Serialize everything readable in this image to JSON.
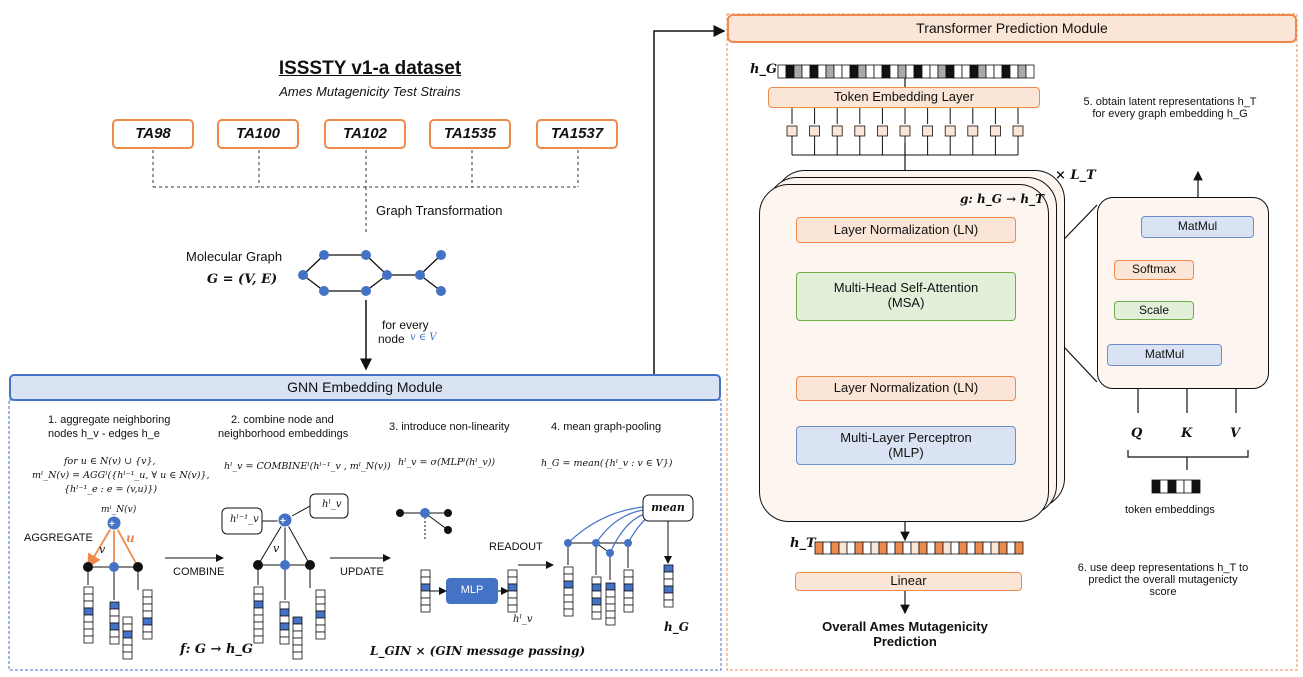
{
  "dataset": {
    "title": "ISSSTY v1-a dataset",
    "subtitle": "Ames Mutagenicity Test Strains",
    "strains": [
      "TA98",
      "TA100",
      "TA102",
      "TA1535",
      "TA1537"
    ]
  },
  "graph_transformation_label": "Graph Transformation",
  "molecular_graph": {
    "label": "Molecular Graph",
    "formula": "G = (V, E)"
  },
  "for_every_node": {
    "line1": "for every",
    "line2": "node",
    "expr": "v ∈ V"
  },
  "gnn": {
    "title": "GNN Embedding Module",
    "step1": {
      "line1": "1. aggregate neighboring",
      "line2": "nodes h_v - edges h_e",
      "eq1": "for u ∈ N(v) ∪ {v},",
      "eq2": "mˡ_N(v) = AGGˡ({hˡ⁻¹_u, ∀ u ∈ N(v)},",
      "eq3": "{hˡ⁻¹_e : e = (v,u)})"
    },
    "step2": {
      "line1": "2. combine node and",
      "line2": "neighborhood embeddings",
      "eq": "hˡ_v = COMBINEˡ(hˡ⁻¹_v , mˡ_N(v))"
    },
    "step3": {
      "line1": "3. introduce non-linearity",
      "eq": "hˡ_v = σ(MLPˡ(hˡ_v))"
    },
    "step4": {
      "line1": "4. mean graph-pooling",
      "eq": "h_G = mean({hˡ_v : v ∈ V})"
    },
    "labels": {
      "aggregate": "AGGREGATE",
      "combine": "COMBINE",
      "update": "UPDATE",
      "readout": "READOUT",
      "mlp": "MLP",
      "mean": "mean",
      "m_nv": "mˡ_N(v)",
      "v": "v",
      "u": "u",
      "h_prev": "hˡ⁻¹_v",
      "h_cur": "hˡ_v",
      "h_v_l": "hˡ_v",
      "h_g": "h_G"
    },
    "mapping": "f: G → h_G",
    "loop": "L_GIN × (GIN message passing)"
  },
  "transformer": {
    "title": "Transformer Prediction Module",
    "h_g": "h_G",
    "token_embedding_layer": "Token Embedding Layer",
    "repeat": "× L_T",
    "g_map": "g: h_G → h_T",
    "layer_norm_1": "Layer Normalization (LN)",
    "msa": {
      "line1": "Multi-Head Self-Attention",
      "line2": "(MSA)"
    },
    "layer_norm_2": "Layer Normalization (LN)",
    "mlp": {
      "line1": "Multi-Layer Perceptron",
      "line2": "(MLP)"
    },
    "h_t": "h_T",
    "linear": "Linear",
    "output": {
      "line1": "Overall Ames Mutagenicity",
      "line2": "Prediction"
    },
    "attention_detail": {
      "matmul_top": "MatMul",
      "softmax": "Softmax",
      "scale": "Scale",
      "matmul_bottom": "MatMul",
      "q": "Q",
      "k": "K",
      "v": "V",
      "token_embeddings": "token embeddings"
    },
    "note5": {
      "line1": "5. obtain latent representations h_T",
      "line2": "for every graph embedding h_G"
    },
    "note6": {
      "line1": "6. use deep representations h_T to",
      "line2": "predict the overall mutagenicty",
      "line3": "score"
    }
  },
  "colors": {
    "orange_border": "#ee8a4c",
    "orange_fill": "#fbe5d6",
    "green_fill": "#e2f0d9",
    "blue_fill": "#dae3f3",
    "node_blue": "#4472c4",
    "gnn_banner": "#dae3f3"
  }
}
